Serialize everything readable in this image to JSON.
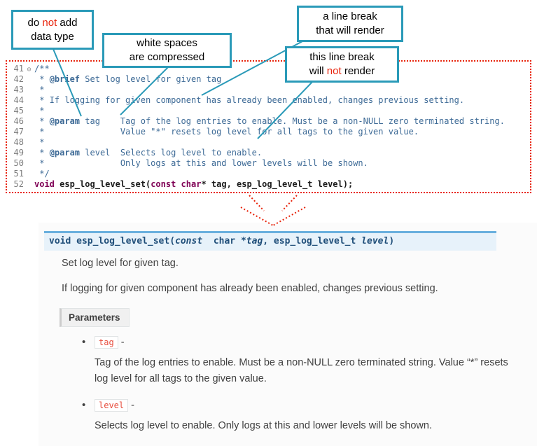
{
  "colors": {
    "callout_border": "#2A9AB8",
    "annotation_red": "#E8240C",
    "signature_bg": "#E7F2FA",
    "signature_border": "#6AB0DE",
    "param_name_red": "#E74C3C",
    "comment_blue": "#3D6A96",
    "keyword_purple": "#7F0055"
  },
  "callouts": {
    "no_datatype": {
      "l1a": "do ",
      "l1b": "not",
      "l1c": " add",
      "l2": "data type"
    },
    "whitespace": {
      "l1": "white spaces",
      "l2": "are compressed"
    },
    "break_render": {
      "l1": "a line break",
      "l2": "that will render"
    },
    "break_norender": {
      "l1": "this line break",
      "l2a": "will ",
      "l2b": "not",
      "l2c": " render"
    }
  },
  "code": {
    "lines": [
      {
        "n": "41",
        "fold": "⊖",
        "segs": [
          [
            "cmt",
            "/**"
          ]
        ]
      },
      {
        "n": "42",
        "segs": [
          [
            "cmt",
            " * "
          ],
          [
            "tag",
            "@brief"
          ],
          [
            "cmt",
            " Set log level for given tag"
          ]
        ]
      },
      {
        "n": "43",
        "segs": [
          [
            "cmt",
            " *"
          ]
        ]
      },
      {
        "n": "44",
        "segs": [
          [
            "cmt",
            " * If logging for given component has already been enabled, changes previous setting."
          ]
        ]
      },
      {
        "n": "45",
        "segs": [
          [
            "cmt",
            " *"
          ]
        ]
      },
      {
        "n": "46",
        "segs": [
          [
            "cmt",
            " * "
          ],
          [
            "tag",
            "@param"
          ],
          [
            "cmt",
            " tag    Tag of the log entries to enable. Must be a non-NULL zero terminated string."
          ]
        ]
      },
      {
        "n": "47",
        "segs": [
          [
            "cmt",
            " *               Value \"*\" resets log level for all tags to the given value."
          ]
        ]
      },
      {
        "n": "48",
        "segs": [
          [
            "cmt",
            " *"
          ]
        ]
      },
      {
        "n": "49",
        "segs": [
          [
            "cmt",
            " * "
          ],
          [
            "tag",
            "@param"
          ],
          [
            "cmt",
            " level  Selects log level to enable."
          ]
        ]
      },
      {
        "n": "50",
        "segs": [
          [
            "cmt",
            " *               Only logs at this and lower levels will be shown."
          ]
        ]
      },
      {
        "n": "51",
        "segs": [
          [
            "cmt",
            " */"
          ]
        ]
      },
      {
        "n": "52",
        "segs": [
          [
            "kw",
            "void"
          ],
          [
            "fn",
            " esp_log_level_set"
          ],
          [
            "plain",
            "("
          ],
          [
            "kw",
            "const"
          ],
          [
            "plain",
            " "
          ],
          [
            "kw",
            "char"
          ],
          [
            "plain",
            "* tag, esp_log_level_t level);"
          ]
        ]
      }
    ]
  },
  "docs": {
    "signature": {
      "segs": [
        [
          "b",
          "void"
        ],
        [
          "p",
          " "
        ],
        [
          "b",
          "esp_log_level_set"
        ],
        [
          "p",
          "("
        ],
        [
          "bi",
          "const"
        ],
        [
          "p",
          "  char *"
        ],
        [
          "bi",
          "tag"
        ],
        [
          "p",
          ", esp_log_level_t "
        ],
        [
          "bi",
          "level"
        ],
        [
          "p",
          ")"
        ]
      ]
    },
    "brief": "Set log level for given tag.",
    "description": "If logging for given component has already been enabled, changes previous setting.",
    "parameters_label": "Parameters",
    "params": [
      {
        "name": "tag",
        "dash": " -",
        "desc": "Tag of the log entries to enable. Must be a non-NULL zero terminated string. Value “*” resets log level for all tags to the given value."
      },
      {
        "name": "level",
        "dash": " -",
        "desc": "Selects log level to enable. Only logs at this and lower levels will be shown."
      }
    ]
  }
}
